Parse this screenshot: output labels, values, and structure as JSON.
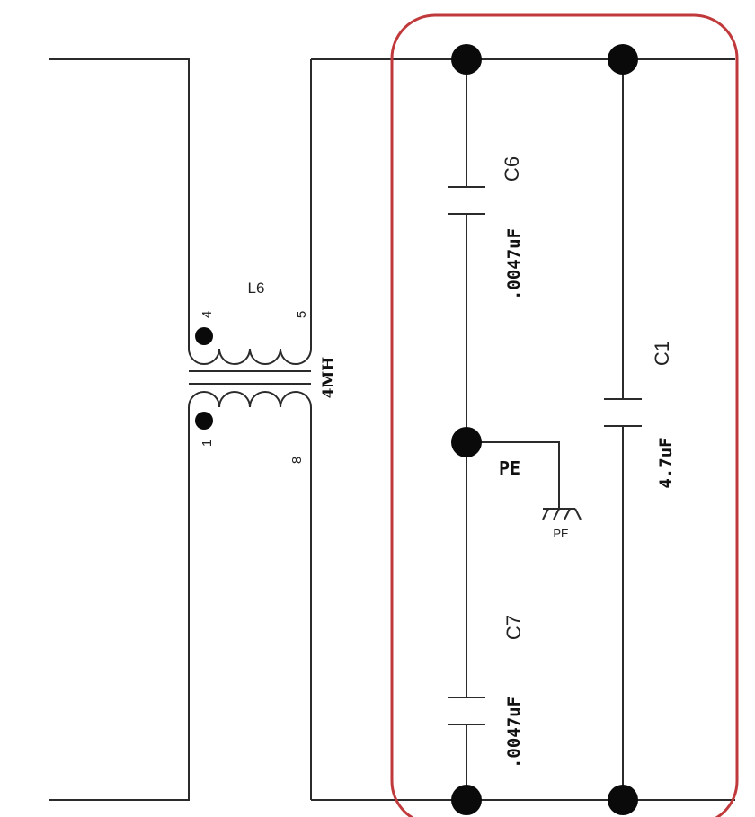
{
  "inductor": {
    "ref": "L6",
    "value": "4MH",
    "pins": {
      "p4": "4",
      "p5": "5",
      "p1": "1",
      "p8": "8"
    }
  },
  "c6": {
    "ref": "C6",
    "value": ".0047uF"
  },
  "c7": {
    "ref": "C7",
    "value": ".0047uF"
  },
  "c1": {
    "ref": "C1",
    "value": "4.7uF"
  },
  "ground": {
    "net_label": "PE",
    "symbol_label": "PE"
  },
  "colors": {
    "highlight": "#c0393b",
    "wire": "#2b2b2b"
  }
}
